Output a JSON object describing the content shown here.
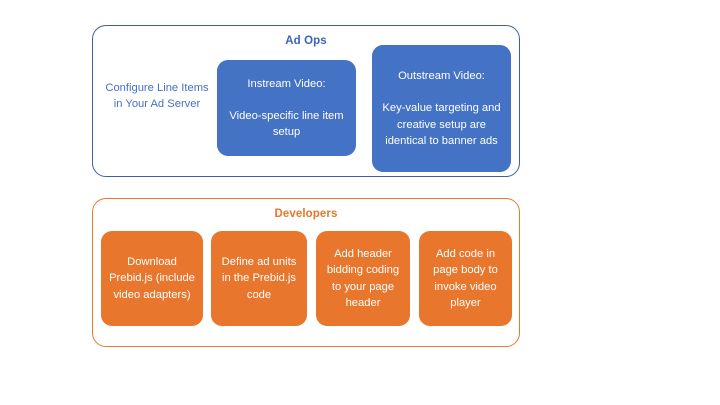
{
  "diagram": {
    "type": "grouped-box-diagram",
    "background_color": "#ffffff",
    "groups": [
      {
        "id": "ad-ops",
        "title": "Ad Ops",
        "title_color": "#3a63b8",
        "border_color": "#3b5fa4",
        "accent_color": "#4472C4",
        "items": [
          {
            "id": "configure-line-items",
            "style": "plain-text",
            "text": "Configure Line Items in Your Ad Server",
            "text_color": "#4472C4"
          },
          {
            "id": "instream-video",
            "style": "filled",
            "fill_color": "#4472C4",
            "heading": "Instream Video:",
            "body": "Video-specific line item setup",
            "text": "Instream Video:\n\nVideo-specific line item setup"
          },
          {
            "id": "outstream-video",
            "style": "filled",
            "fill_color": "#4472C4",
            "heading": "Outstream Video:",
            "body": "Key-value targeting and creative setup are identical to banner ads",
            "text": "Outstream Video:\n\nKey-value targeting and creative setup are identical to banner ads"
          }
        ]
      },
      {
        "id": "developers",
        "title": "Developers",
        "title_color": "#E8762C",
        "border_color": "#E77B2D",
        "accent_color": "#E8762C",
        "items": [
          {
            "id": "download-prebid",
            "style": "filled",
            "fill_color": "#E8762C",
            "text": "Download Prebid.js (include video adapters)"
          },
          {
            "id": "define-ad-units",
            "style": "filled",
            "fill_color": "#E8762C",
            "text": "Define ad units in the Prebid.js code"
          },
          {
            "id": "add-header-bidding-code",
            "style": "filled",
            "fill_color": "#E8762C",
            "text": "Add header bidding coding to your page header"
          },
          {
            "id": "add-page-body-code",
            "style": "filled",
            "fill_color": "#E8762C",
            "text": "Add code in page body to invoke video player"
          }
        ]
      }
    ]
  }
}
